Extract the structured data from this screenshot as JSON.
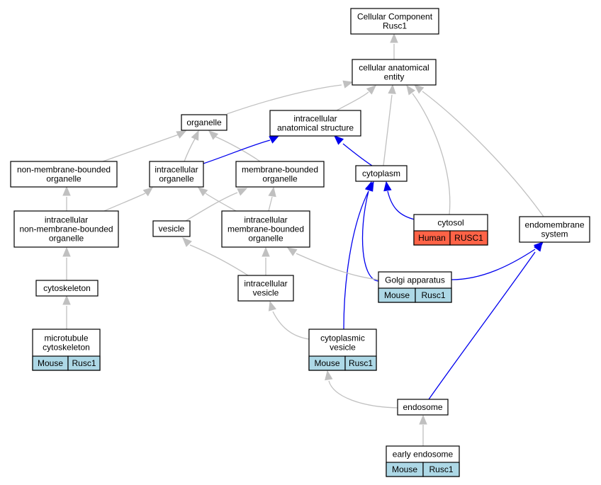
{
  "colors": {
    "gray_edge": "#c0c0c0",
    "blue_edge": "#0000ee",
    "mouse_fill": "#add8e6",
    "human_fill": "#ff6347",
    "node_fill": "#ffffff"
  },
  "nodes": {
    "cellular_component": {
      "lines": [
        "Cellular Component",
        "Rusc1"
      ]
    },
    "cellular_anatomical_entity": {
      "lines": [
        "cellular anatomical",
        "entity"
      ]
    },
    "organelle": {
      "lines": [
        "organelle"
      ]
    },
    "intracellular_anatomical_structure": {
      "lines": [
        "intracellular",
        "anatomical structure"
      ]
    },
    "non_membrane_bounded_organelle": {
      "lines": [
        "non-membrane-bounded",
        "organelle"
      ]
    },
    "intracellular_organelle": {
      "lines": [
        "intracellular",
        "organelle"
      ]
    },
    "membrane_bounded_organelle": {
      "lines": [
        "membrane-bounded",
        "organelle"
      ]
    },
    "cytoplasm": {
      "lines": [
        "cytoplasm"
      ]
    },
    "intracellular_nmb_organelle": {
      "lines": [
        "intracellular",
        "non-membrane-bounded",
        "organelle"
      ]
    },
    "vesicle": {
      "lines": [
        "vesicle"
      ]
    },
    "intracellular_mb_organelle": {
      "lines": [
        "intracellular",
        "membrane-bounded",
        "organelle"
      ]
    },
    "cytosol": {
      "lines": [
        "cytosol"
      ],
      "annotation": [
        "Human",
        "RUSC1"
      ]
    },
    "endomembrane_system": {
      "lines": [
        "endomembrane",
        "system"
      ]
    },
    "cytoskeleton": {
      "lines": [
        "cytoskeleton"
      ]
    },
    "intracellular_vesicle": {
      "lines": [
        "intracellular",
        "vesicle"
      ]
    },
    "golgi_apparatus": {
      "lines": [
        "Golgi apparatus"
      ],
      "annotation": [
        "Mouse",
        "Rusc1"
      ]
    },
    "microtubule_cytoskeleton": {
      "lines": [
        "microtubule",
        "cytoskeleton"
      ],
      "annotation": [
        "Mouse",
        "Rusc1"
      ]
    },
    "cytoplasmic_vesicle": {
      "lines": [
        "cytoplasmic",
        "vesicle"
      ],
      "annotation": [
        "Mouse",
        "Rusc1"
      ]
    },
    "endosome": {
      "lines": [
        "endosome"
      ]
    },
    "early_endosome": {
      "lines": [
        "early endosome"
      ],
      "annotation": [
        "Mouse",
        "Rusc1"
      ]
    }
  },
  "edges": [
    {
      "from": "cellular_anatomical_entity",
      "to": "cellular_component",
      "color": "gray"
    },
    {
      "from": "organelle",
      "to": "cellular_anatomical_entity",
      "color": "gray"
    },
    {
      "from": "intracellular_anatomical_structure",
      "to": "cellular_anatomical_entity",
      "color": "gray"
    },
    {
      "from": "cytoplasm",
      "to": "cellular_anatomical_entity",
      "color": "gray"
    },
    {
      "from": "cytosol",
      "to": "cellular_anatomical_entity",
      "color": "gray"
    },
    {
      "from": "endomembrane_system",
      "to": "cellular_anatomical_entity",
      "color": "gray"
    },
    {
      "from": "non_membrane_bounded_organelle",
      "to": "organelle",
      "color": "gray"
    },
    {
      "from": "intracellular_organelle",
      "to": "organelle",
      "color": "gray"
    },
    {
      "from": "membrane_bounded_organelle",
      "to": "organelle",
      "color": "gray"
    },
    {
      "from": "intracellular_organelle",
      "to": "intracellular_anatomical_structure",
      "color": "blue"
    },
    {
      "from": "cytoplasm",
      "to": "intracellular_anatomical_structure",
      "color": "blue"
    },
    {
      "from": "intracellular_nmb_organelle",
      "to": "non_membrane_bounded_organelle",
      "color": "gray"
    },
    {
      "from": "intracellular_nmb_organelle",
      "to": "intracellular_organelle",
      "color": "gray"
    },
    {
      "from": "intracellular_mb_organelle",
      "to": "intracellular_organelle",
      "color": "gray"
    },
    {
      "from": "vesicle",
      "to": "membrane_bounded_organelle",
      "color": "gray"
    },
    {
      "from": "intracellular_mb_organelle",
      "to": "membrane_bounded_organelle",
      "color": "gray"
    },
    {
      "from": "cytosol",
      "to": "cytoplasm",
      "color": "blue"
    },
    {
      "from": "golgi_apparatus",
      "to": "cytoplasm",
      "color": "blue"
    },
    {
      "from": "cytoplasmic_vesicle",
      "to": "cytoplasm",
      "color": "blue"
    },
    {
      "from": "golgi_apparatus",
      "to": "endomembrane_system",
      "color": "blue"
    },
    {
      "from": "endosome",
      "to": "endomembrane_system",
      "color": "blue"
    },
    {
      "from": "cytoskeleton",
      "to": "intracellular_nmb_organelle",
      "color": "gray"
    },
    {
      "from": "intracellular_vesicle",
      "to": "vesicle",
      "color": "gray"
    },
    {
      "from": "intracellular_vesicle",
      "to": "intracellular_mb_organelle",
      "color": "gray"
    },
    {
      "from": "golgi_apparatus",
      "to": "intracellular_mb_organelle",
      "color": "gray"
    },
    {
      "from": "microtubule_cytoskeleton",
      "to": "cytoskeleton",
      "color": "gray"
    },
    {
      "from": "cytoplasmic_vesicle",
      "to": "intracellular_vesicle",
      "color": "gray"
    },
    {
      "from": "endosome",
      "to": "cytoplasmic_vesicle",
      "color": "gray"
    },
    {
      "from": "early_endosome",
      "to": "endosome",
      "color": "gray"
    }
  ]
}
